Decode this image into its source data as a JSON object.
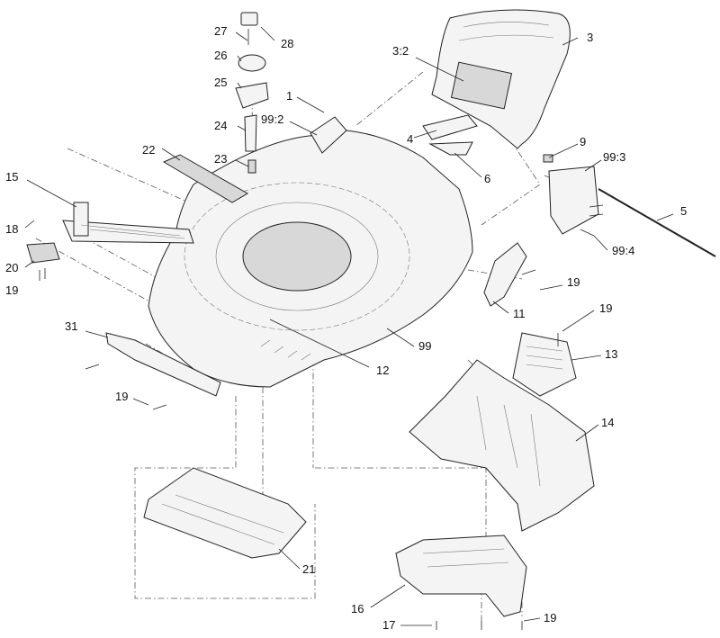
{
  "diagram": {
    "callouts": [
      {
        "key": "c27",
        "text": "27"
      },
      {
        "key": "c28",
        "text": "28"
      },
      {
        "key": "c26",
        "text": "26"
      },
      {
        "key": "c25",
        "text": "25"
      },
      {
        "key": "c1",
        "text": "1"
      },
      {
        "key": "c99_2",
        "text": "99:2"
      },
      {
        "key": "c24",
        "text": "24"
      },
      {
        "key": "c22",
        "text": "22"
      },
      {
        "key": "c23",
        "text": "23"
      },
      {
        "key": "c15",
        "text": "15"
      },
      {
        "key": "c18",
        "text": "18"
      },
      {
        "key": "c20",
        "text": "20"
      },
      {
        "key": "c19a",
        "text": "19"
      },
      {
        "key": "c31",
        "text": "31"
      },
      {
        "key": "c19b",
        "text": "19"
      },
      {
        "key": "c12",
        "text": "12"
      },
      {
        "key": "c99",
        "text": "99"
      },
      {
        "key": "c3_2",
        "text": "3:2"
      },
      {
        "key": "c3",
        "text": "3"
      },
      {
        "key": "c4",
        "text": "4"
      },
      {
        "key": "c6",
        "text": "6"
      },
      {
        "key": "c9",
        "text": "9"
      },
      {
        "key": "c99_3",
        "text": "99:3"
      },
      {
        "key": "c5",
        "text": "5"
      },
      {
        "key": "c99_4",
        "text": "99:4"
      },
      {
        "key": "c19c",
        "text": "19"
      },
      {
        "key": "c11",
        "text": "11"
      },
      {
        "key": "c19d",
        "text": "19"
      },
      {
        "key": "c13",
        "text": "13"
      },
      {
        "key": "c14",
        "text": "14"
      },
      {
        "key": "c21",
        "text": "21"
      },
      {
        "key": "c16",
        "text": "16"
      },
      {
        "key": "c17",
        "text": "17"
      },
      {
        "key": "c19e",
        "text": "19"
      }
    ]
  }
}
